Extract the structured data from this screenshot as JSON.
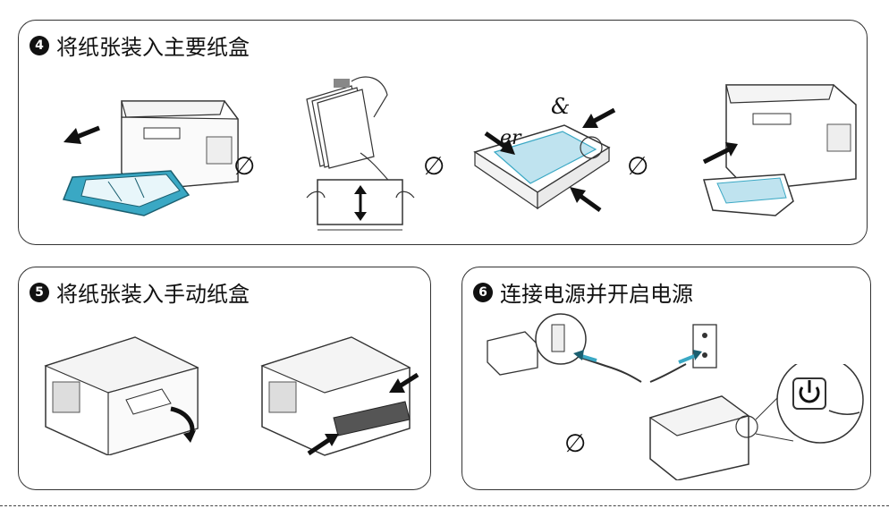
{
  "steps": [
    {
      "number": "4",
      "title": "将纸张装入主要纸盒"
    },
    {
      "number": "5",
      "title": "将纸张装入手动纸盒"
    },
    {
      "number": "6",
      "title": "连接电源并开启电源"
    }
  ],
  "callouts": {
    "ampersand": "&",
    "script_e": "er"
  },
  "separator_symbol": "∅",
  "colors": {
    "tray_accent": "#3aa8c4",
    "paper_blue": "#bfe3ef",
    "arrow": "#111111",
    "outline": "#333333"
  }
}
